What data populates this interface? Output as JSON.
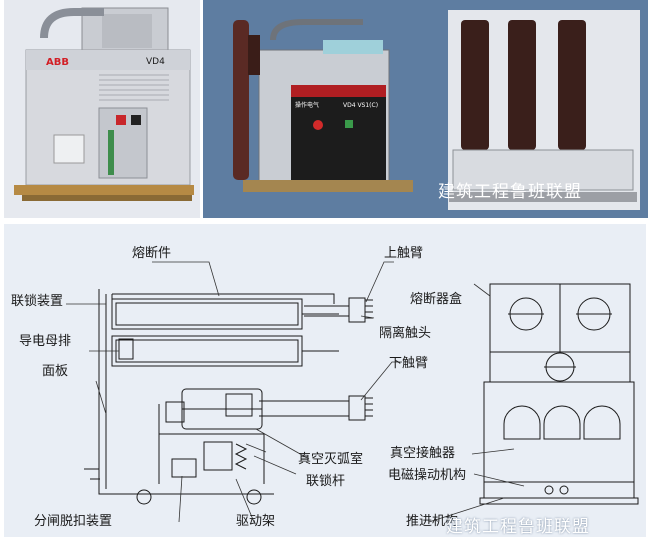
{
  "photos": {
    "abb_unit": {
      "brand": "ABB",
      "model": "VD4"
    },
    "middle_unit": {
      "panel_label_left": "操作电气",
      "panel_label_right": "VD4 VS1(C)"
    },
    "watermark_top": "建筑工程鲁班联盟"
  },
  "diagram": {
    "labels": {
      "fuse_part": "熔断件",
      "interlock_device": "联锁装置",
      "busbar": "导电母排",
      "panel": "面板",
      "trip_device": "分闸脱扣装置",
      "drive_frame": "驱动架",
      "interlock_rod": "联锁杆",
      "vacuum_chamber": "真空灭弧室",
      "upper_arm": "上触臂",
      "isolating_contact": "隔离触头",
      "lower_arm": "下触臂",
      "fuse_box": "熔断器盒",
      "vacuum_contactor": "真空接触器",
      "em_mechanism": "电磁操动机构",
      "chassis_mechanism": "推进机构"
    },
    "watermark_bottom": "建筑工程鲁班联盟"
  },
  "colors": {
    "line": "#1a1a1a",
    "panel_bg": "#e9eef5",
    "blue_bg": "#5e7da1"
  }
}
